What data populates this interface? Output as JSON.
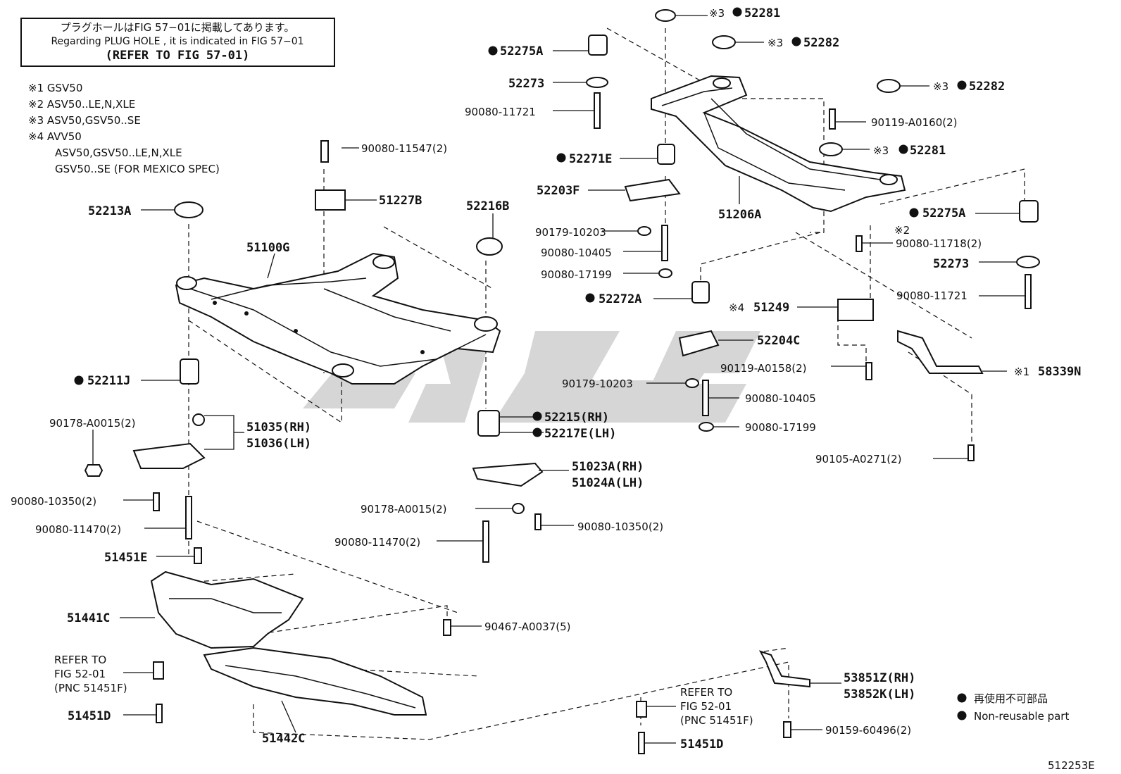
{
  "notice": {
    "line1": "プラグホールはFIG 57−01に掲載してあります。",
    "line2": "Regarding PLUG HOLE , it is indicated in FIG 57−01",
    "line3": "(REFER TO FIG 57-01)"
  },
  "applicability": [
    "※1 GSV50",
    "※2 ASV50..LE,N,XLE",
    "※3 ASV50,GSV50..SE",
    "※4 AVV50",
    "ASV50,GSV50..LE,N,XLE",
    "GSV50..SE (FOR MEXICO SPEC)"
  ],
  "labels": {
    "l52281a": "52281",
    "l52282a": "52282",
    "l52275a1": "52275A",
    "l52273a": "52273",
    "l90080_11721a": "90080-11721",
    "l52282b": "52282",
    "l90119_a0160": "90119-A0160(2)",
    "l52271e": "52271E",
    "l52281b": "52281",
    "l90080_11547": "90080-11547(2)",
    "l52203f": "52203F",
    "l51206a": "51206A",
    "l52275a2": "52275A",
    "l51227b": "51227B",
    "l52216b": "52216B",
    "l52213a": "52213A",
    "l90179_10203a": "90179-10203",
    "n2": "※2",
    "l90080_11718": "90080-11718(2)",
    "l51100g": "51100G",
    "l90080_10405a": "90080-10405",
    "l52273b": "52273",
    "l90080_17199a": "90080-17199",
    "l90080_11721b": "90080-11721",
    "l52272a": "52272A",
    "l51249": "51249",
    "l52204c": "52204C",
    "l90119_a0158": "90119-A0158(2)",
    "l58339n": "58339N",
    "l52211j": "52211J",
    "l90179_10203b": "90179-10203",
    "l90080_10405b": "90080-10405",
    "l52215": "52215(RH)",
    "l52217e": "52217E(LH)",
    "l90178_a0015a": "90178-A0015(2)",
    "l51035": "51035(RH)",
    "l51036": "51036(LH)",
    "l90080_17199b": "90080-17199",
    "l90105_a0271": "90105-A0271(2)",
    "l51023a": "51023A(RH)",
    "l51024a": "51024A(LH)",
    "l90080_10350a": "90080-10350(2)",
    "l90178_a0015b": "90178-A0015(2)",
    "l90080_11470a": "90080-11470(2)",
    "l90080_10350b": "90080-10350(2)",
    "l90080_11470b": "90080-11470(2)",
    "l51451e": "51451E",
    "l51441c": "51441C",
    "l90467": "90467-A0037(5)",
    "ref1a": "REFER TO",
    "ref1b": "FIG 52-01",
    "ref1c": "(PNC 51451F)",
    "l51451d_a": "51451D",
    "ref2a": "REFER TO",
    "ref2b": "FIG 52-01",
    "ref2c": "(PNC 51451F)",
    "l53851z": "53851Z(RH)",
    "l53852k": "53852K(LH)",
    "l51442c": "51442C",
    "l90159": "90159-60496(2)",
    "l51451d_b": "51451D",
    "n3a": "※3",
    "n3b": "※3",
    "n3c": "※3",
    "n3d": "※3",
    "n4": "※4",
    "n1": "※1"
  },
  "legend": {
    "jp": "再使用不可部品",
    "en": "Non-reusable part"
  },
  "figure_code": "512253E"
}
